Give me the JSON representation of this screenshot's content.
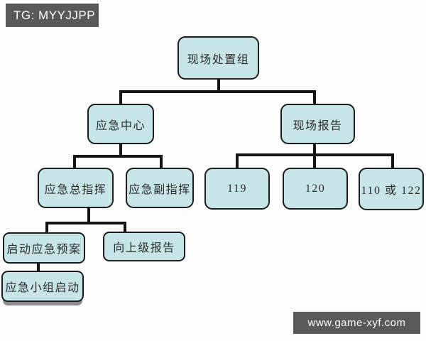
{
  "badges": {
    "tg": "TG: MYYJJPP",
    "url": "www.game-xyf.com"
  },
  "diagram": {
    "type": "flowchart",
    "nodes": [
      {
        "id": "root",
        "label": "现场处置组"
      },
      {
        "id": "emergency-center",
        "label": "应急中心"
      },
      {
        "id": "site-report",
        "label": "现场报告"
      },
      {
        "id": "chief-commander",
        "label": "应急总指挥"
      },
      {
        "id": "deputy-commander",
        "label": "应急副指挥"
      },
      {
        "id": "call-119",
        "label": "119"
      },
      {
        "id": "call-120",
        "label": "120"
      },
      {
        "id": "call-110-122",
        "label": "110 或 122"
      },
      {
        "id": "start-plan",
        "label": "启动应急预案"
      },
      {
        "id": "report-superior",
        "label": "向上级报告"
      },
      {
        "id": "team-start",
        "label": "应急小组启动"
      }
    ],
    "edges": [
      [
        "现场处置组",
        "应急中心"
      ],
      [
        "现场处置组",
        "现场报告"
      ],
      [
        "应急中心",
        "应急总指挥"
      ],
      [
        "应急中心",
        "应急副指挥"
      ],
      [
        "现场报告",
        "119"
      ],
      [
        "现场报告",
        "120"
      ],
      [
        "现场报告",
        "110 或 122"
      ],
      [
        "应急总指挥",
        "启动应急预案"
      ],
      [
        "应急总指挥",
        "向上级报告"
      ],
      [
        "启动应急预案",
        "应急小组启动"
      ]
    ]
  },
  "colors": {
    "node_fill": "#c7e5e8",
    "node_border": "#1c1c1c",
    "connector": "#141414",
    "badge_bg": "#59595b",
    "badge_text": "#ffffff"
  }
}
